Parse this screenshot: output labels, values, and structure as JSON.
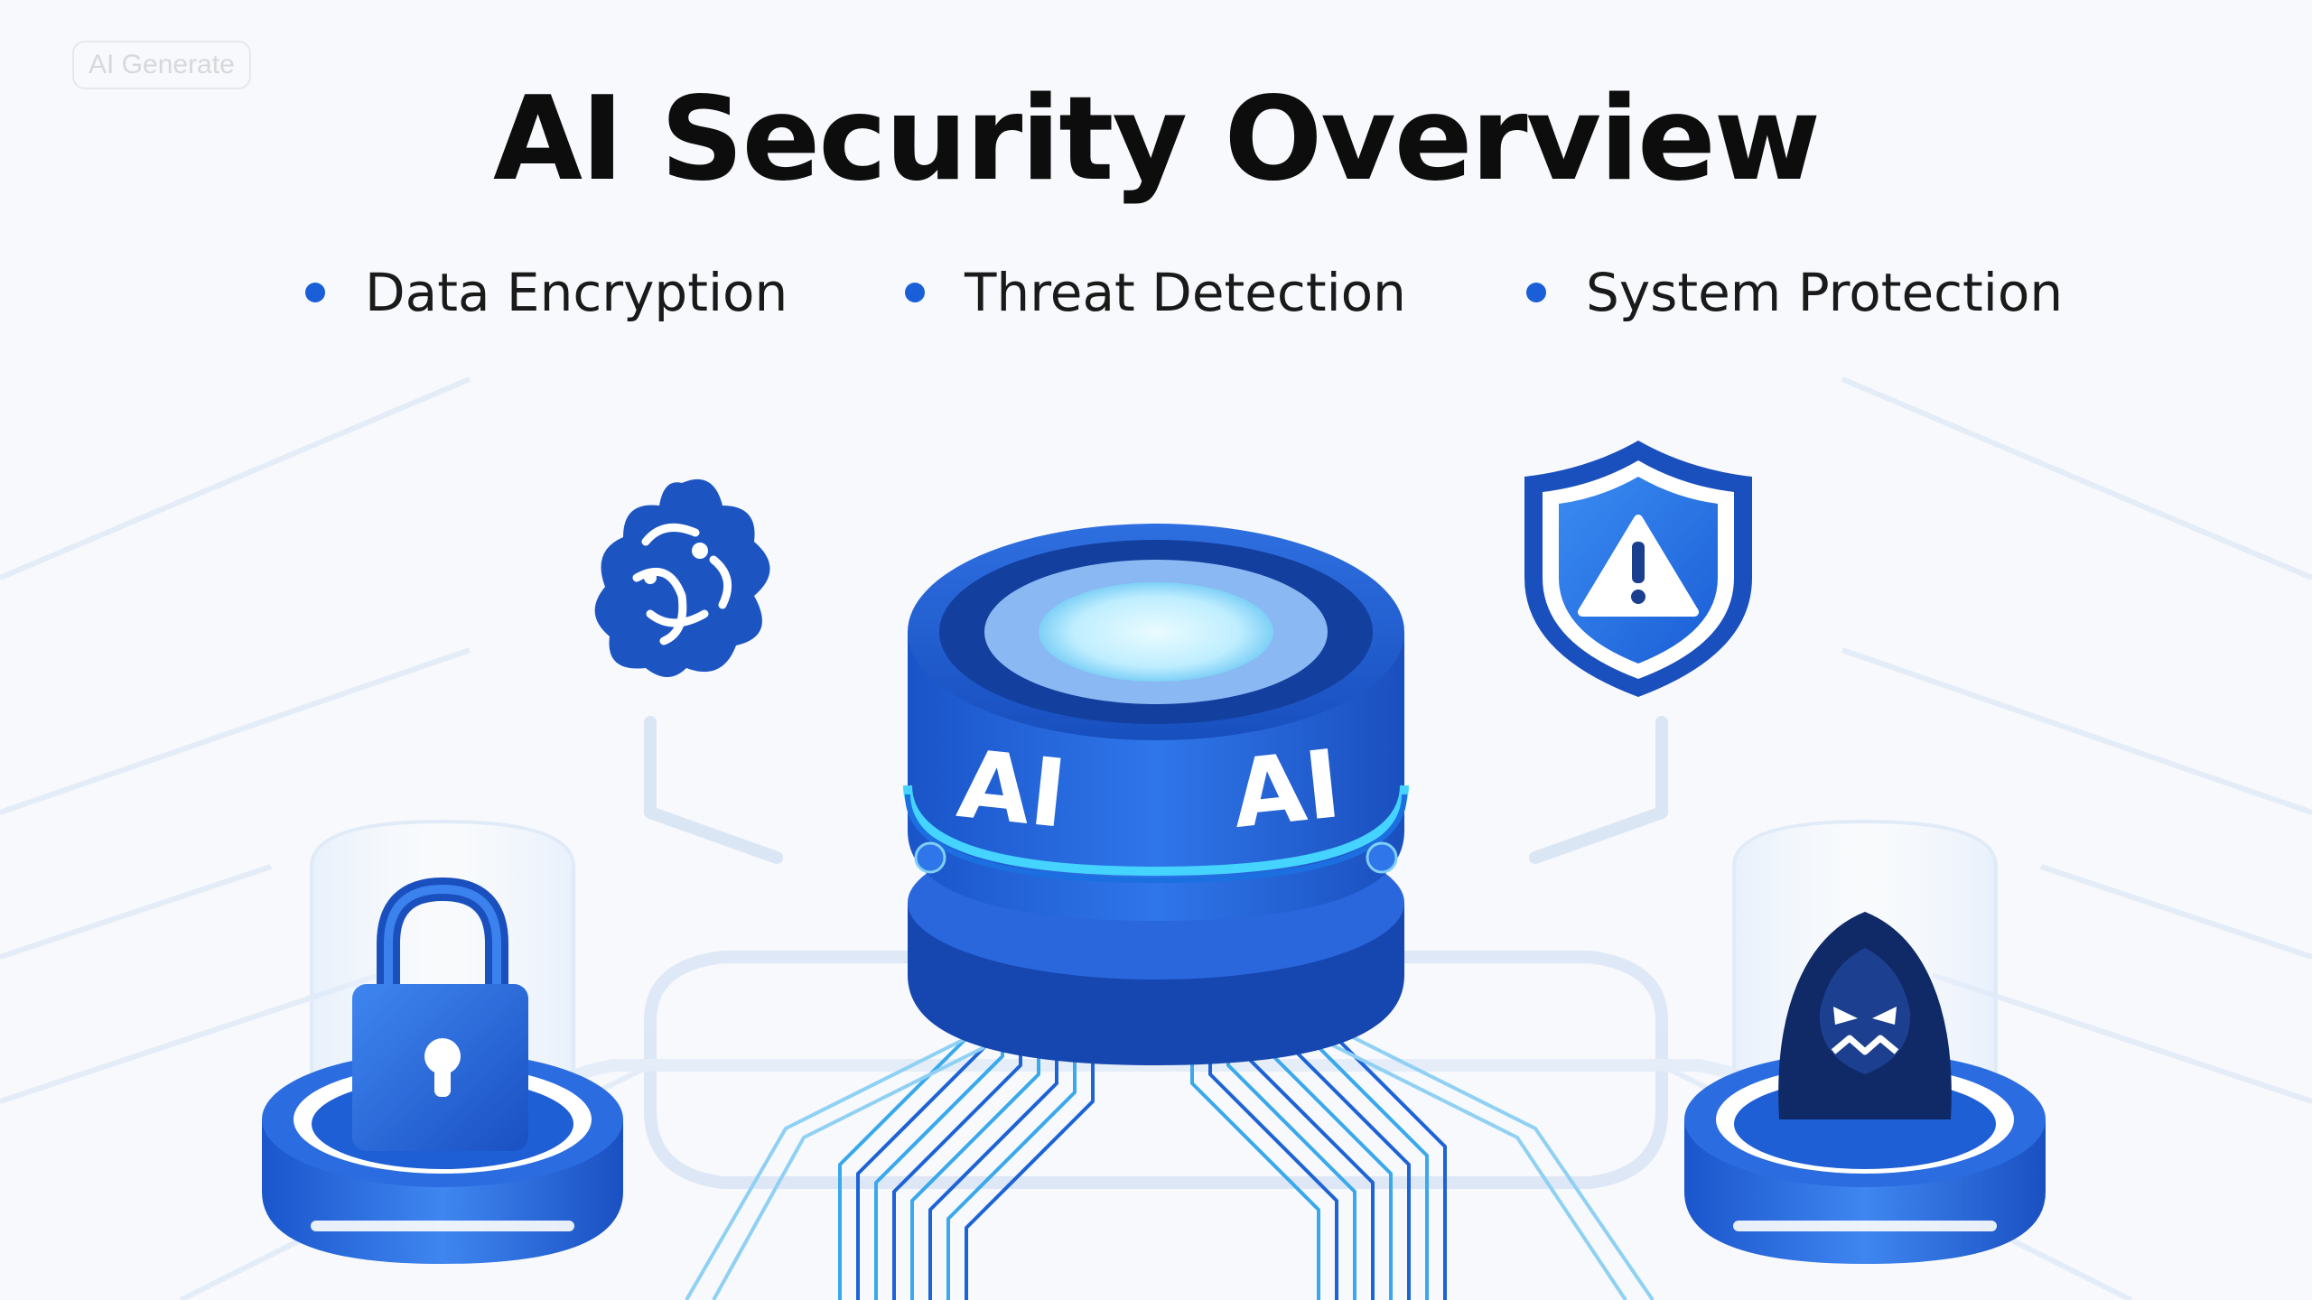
{
  "watermark": "AI Generate",
  "title": "AI Security Overview",
  "bullets": [
    {
      "label": "Data Encryption"
    },
    {
      "label": "Threat Detection"
    },
    {
      "label": "System Protection"
    }
  ],
  "hub": {
    "labels": [
      "AI",
      "AI"
    ]
  },
  "icons": {
    "top_left": "brain-icon",
    "top_right": "warning-shield-icon",
    "bottom_left": "padlock-icon",
    "bottom_right": "hooded-hacker-icon"
  },
  "colors": {
    "primary": "#1f5fd6",
    "dark": "#0f3d99",
    "accent": "#3fb8f5",
    "title": "#0d0d0d",
    "background": "#f7f9fc"
  }
}
